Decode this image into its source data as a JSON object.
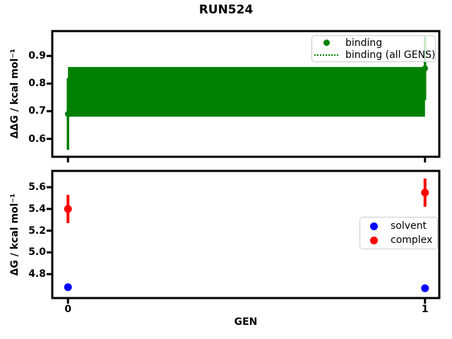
{
  "figure": {
    "title": "RUN524",
    "background": "#ffffff"
  },
  "chart_data": [
    {
      "type": "scatter",
      "panel": "top",
      "ylabel": "ΔΔG / kcal mol⁻¹",
      "xlabel": "",
      "xlim": [
        -0.044,
        1.04
      ],
      "ylim": [
        0.535,
        0.99
      ],
      "yticks": [
        0.6,
        0.7,
        0.8,
        0.9
      ],
      "xticks": [
        0,
        1
      ],
      "xticklabels": [
        "",
        ""
      ],
      "grid": false,
      "series": [
        {
          "name": "binding (all GENS)",
          "kind": "hline-with-band",
          "color": "#008000",
          "linestyle": "dotted",
          "value": 0.77,
          "band": [
            0.68,
            0.86
          ],
          "band_x": [
            0,
            1
          ]
        },
        {
          "name": "binding",
          "kind": "errorbar-scatter",
          "color": "#008000",
          "marker": "circle",
          "x": [
            0,
            1
          ],
          "y": [
            0.69,
            0.855
          ],
          "yerr": [
            0.13,
            0.115
          ]
        }
      ],
      "legend": {
        "position": "upper right",
        "entries": [
          {
            "label": "binding",
            "glyph": "dot",
            "color": "#008000"
          },
          {
            "label": "binding (all GENS)",
            "glyph": "dotted-line",
            "color": "#008000"
          }
        ]
      }
    },
    {
      "type": "scatter",
      "panel": "bottom",
      "ylabel": "ΔG / kcal mol⁻¹",
      "xlabel": "GEN",
      "xlim": [
        -0.044,
        1.04
      ],
      "ylim": [
        4.58,
        5.75
      ],
      "yticks": [
        4.8,
        5.0,
        5.2,
        5.4,
        5.6
      ],
      "xticks": [
        0,
        1
      ],
      "xticklabels": [
        "0",
        "1"
      ],
      "grid": false,
      "series": [
        {
          "name": "solvent",
          "kind": "errorbar-scatter",
          "color": "#0000ff",
          "marker": "circle",
          "x": [
            0,
            1
          ],
          "y": [
            4.68,
            4.67
          ],
          "yerr": [
            0.02,
            0.02
          ]
        },
        {
          "name": "complex",
          "kind": "errorbar-scatter",
          "color": "#ff0000",
          "marker": "circle",
          "x": [
            0,
            1
          ],
          "y": [
            5.4,
            5.55
          ],
          "yerr": [
            0.13,
            0.13
          ]
        }
      ],
      "legend": {
        "position": "right",
        "entries": [
          {
            "label": "solvent",
            "glyph": "dot",
            "color": "#0000ff"
          },
          {
            "label": "complex",
            "glyph": "dot",
            "color": "#ff0000"
          }
        ]
      }
    }
  ]
}
